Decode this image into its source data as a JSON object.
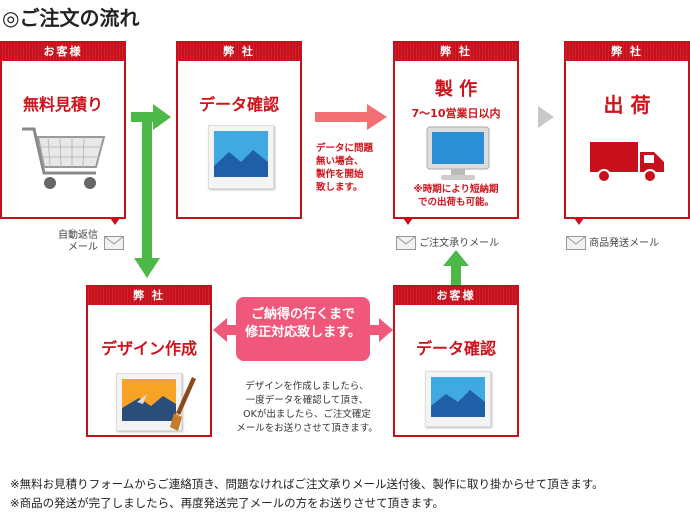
{
  "title": "◎ご注文の流れ",
  "steps": {
    "quote": {
      "who": "お客様",
      "label": "無料見積り"
    },
    "check1": {
      "who": "弊 社",
      "label": "データ確認"
    },
    "make": {
      "who": "弊 社",
      "label": "製 作",
      "days": "7〜10営業日以内",
      "note_line1": "※時期により短納期",
      "note_line2": "での出荷も可能。"
    },
    "ship": {
      "who": "弊 社",
      "label": "出 荷"
    },
    "design": {
      "who": "弊 社",
      "label": "デザイン作成"
    },
    "check2": {
      "who": "お客様",
      "label": "データ確認"
    }
  },
  "mails": {
    "auto_line1": "自動返信",
    "auto_line2": "メール",
    "order": "ご注文承りメール",
    "ship": "商品発送メール"
  },
  "production_note": [
    "データに問題",
    "無い場合、",
    "製作を開始",
    "致します。"
  ],
  "bubble": [
    "ご納得の行くまで",
    "修正対応致します。"
  ],
  "design_note": [
    "デザインを作成しましたら、",
    "一度データを確認して頂き、",
    "OKが出ましたら、ご注文確定",
    "メールをお送りさせて頂きます。"
  ],
  "footnotes": [
    "※無料お見積りフォームからご連絡頂き、問題なければご注文承りメール送付後、製作に取り掛からせて頂きます。",
    "※商品の発送が完了しましたら、再度発送完了メールの方をお送りさせて頂きます。"
  ],
  "colors": {
    "red": "#c8101c",
    "green": "#4cb848",
    "pink": "#f26f73",
    "gray": "#c8c8c8",
    "bubble": "#f0577a"
  }
}
